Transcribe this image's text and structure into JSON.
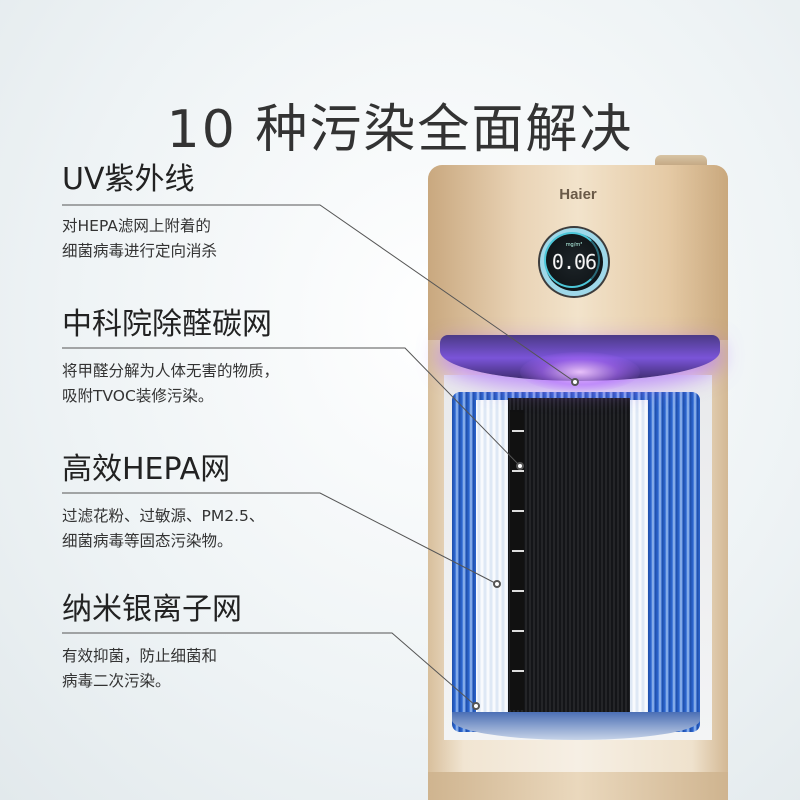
{
  "title": "10 种污染全面解决",
  "features": [
    {
      "name": "UV紫外线",
      "desc_line1": "对HEPA滤网上附着的",
      "desc_line2": "细菌病毒进行定向消杀"
    },
    {
      "name": "中科院除醛碳网",
      "desc_line1": "将甲醛分解为人体无害的物质，",
      "desc_line2": "吸附TVOC装修污染。"
    },
    {
      "name": "高效HEPA网",
      "desc_line1": "过滤花粉、过敏源、PM2.5、",
      "desc_line2": "细菌病毒等固态污染物。"
    },
    {
      "name": "纳米银离子网",
      "desc_line1": "有效抑菌，防止细菌和",
      "desc_line2": "病毒二次污染。"
    }
  ],
  "product": {
    "brand": "Haier",
    "display_value": "0.06",
    "display_unit": "mg/m³"
  }
}
